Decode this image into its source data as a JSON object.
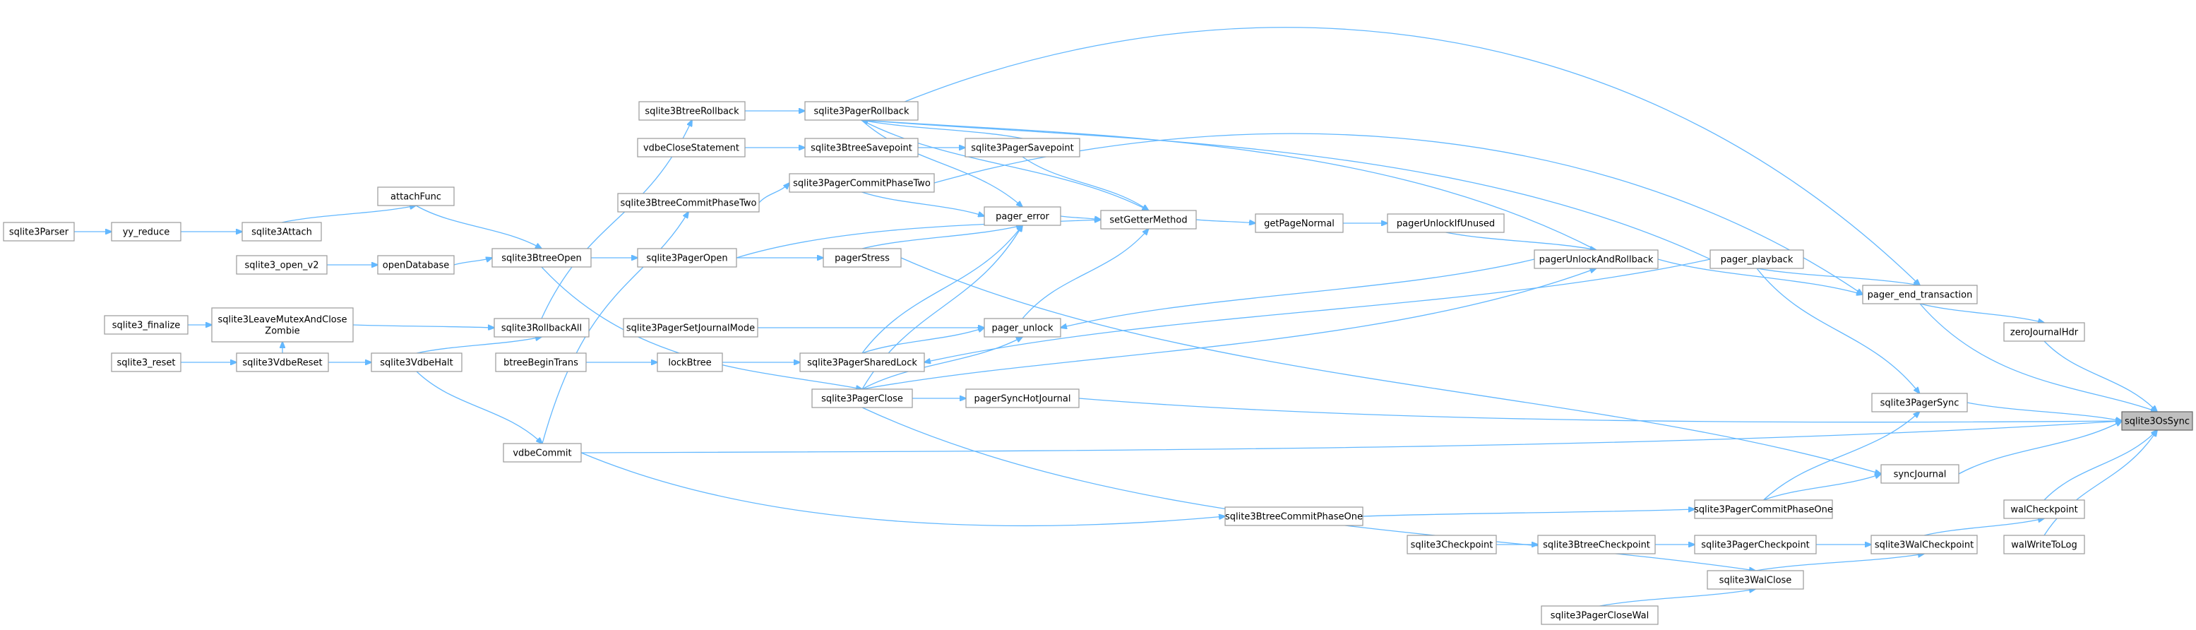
{
  "graph": {
    "focus": "sqlite3OsSync",
    "edge_color": "#63b8ff",
    "node_border_color": "#9a9a9a",
    "focus_fill_color": "#bfbfbf",
    "nodes": [
      {
        "id": "sqlite3OsSync",
        "label": "sqlite3OsSync"
      },
      {
        "id": "pager_end_transaction",
        "label": "pager_end_transaction"
      },
      {
        "id": "zeroJournalHdr",
        "label": "zeroJournalHdr"
      },
      {
        "id": "sqlite3PagerSync",
        "label": "sqlite3PagerSync"
      },
      {
        "id": "syncJournal",
        "label": "syncJournal"
      },
      {
        "id": "walCheckpoint",
        "label": "walCheckpoint"
      },
      {
        "id": "walWriteToLog",
        "label": "walWriteToLog"
      },
      {
        "id": "pagerSyncHotJournal",
        "label": "pagerSyncHotJournal"
      },
      {
        "id": "vdbeCommit",
        "label": "vdbeCommit"
      },
      {
        "id": "pagerUnlockAndRollback",
        "label": "pagerUnlockAndRollback"
      },
      {
        "id": "pager_playback",
        "label": "pager_playback"
      },
      {
        "id": "pagerUnlockIfUnused",
        "label": "pagerUnlockIfUnused"
      },
      {
        "id": "getPageNormal",
        "label": "getPageNormal"
      },
      {
        "id": "setGetterMethod",
        "label": "setGetterMethod"
      },
      {
        "id": "pager_error",
        "label": "pager_error"
      },
      {
        "id": "pager_unlock",
        "label": "pager_unlock"
      },
      {
        "id": "sqlite3PagerRollback",
        "label": "sqlite3PagerRollback"
      },
      {
        "id": "sqlite3PagerSavepoint",
        "label": "sqlite3PagerSavepoint"
      },
      {
        "id": "sqlite3PagerCommitPhaseTwo",
        "label": "sqlite3PagerCommitPhaseTwo"
      },
      {
        "id": "pagerStress",
        "label": "pagerStress"
      },
      {
        "id": "sqlite3PagerOpen",
        "label": "sqlite3PagerOpen"
      },
      {
        "id": "sqlite3PagerSharedLock",
        "label": "sqlite3PagerSharedLock"
      },
      {
        "id": "sqlite3PagerClose",
        "label": "sqlite3PagerClose"
      },
      {
        "id": "sqlite3BtreeRollback",
        "label": "sqlite3BtreeRollback"
      },
      {
        "id": "vdbeCloseStatement",
        "label": "vdbeCloseStatement"
      },
      {
        "id": "sqlite3BtreeSavepoint",
        "label": "sqlite3BtreeSavepoint"
      },
      {
        "id": "sqlite3BtreeCommitPhaseTwo",
        "label": "sqlite3BtreeCommitPhaseTwo"
      },
      {
        "id": "sqlite3PagerSetJournalMode",
        "label": "sqlite3PagerSetJournalMode"
      },
      {
        "id": "lockBtree",
        "label": "lockBtree"
      },
      {
        "id": "sqlite3BtreeOpen",
        "label": "sqlite3BtreeOpen"
      },
      {
        "id": "sqlite3RollbackAll",
        "label": "sqlite3RollbackAll"
      },
      {
        "id": "sqlite3VdbeHalt",
        "label": "sqlite3VdbeHalt"
      },
      {
        "id": "btreeBeginTrans",
        "label": "btreeBeginTrans"
      },
      {
        "id": "attachFunc",
        "label": "attachFunc"
      },
      {
        "id": "openDatabase",
        "label": "openDatabase"
      },
      {
        "id": "sqlite3Attach",
        "label": "sqlite3Attach"
      },
      {
        "id": "yy_reduce",
        "label": "yy_reduce"
      },
      {
        "id": "sqlite3Parser",
        "label": "sqlite3Parser"
      },
      {
        "id": "sqlite3_open_v2",
        "label": "sqlite3_open_v2"
      },
      {
        "id": "sqlite3LeaveMutexAndCloseZombie",
        "label": [
          "sqlite3LeaveMutexAndClose",
          "Zombie"
        ]
      },
      {
        "id": "sqlite3_finalize",
        "label": "sqlite3_finalize"
      },
      {
        "id": "sqlite3VdbeReset",
        "label": "sqlite3VdbeReset"
      },
      {
        "id": "sqlite3_reset",
        "label": "sqlite3_reset"
      },
      {
        "id": "sqlite3BtreeCommitPhaseOne",
        "label": "sqlite3BtreeCommitPhaseOne"
      },
      {
        "id": "sqlite3PagerCommitPhaseOne",
        "label": "sqlite3PagerCommitPhaseOne"
      },
      {
        "id": "sqlite3WalCheckpoint",
        "label": "sqlite3WalCheckpoint"
      },
      {
        "id": "sqlite3PagerCheckpoint",
        "label": "sqlite3PagerCheckpoint"
      },
      {
        "id": "sqlite3BtreeCheckpoint",
        "label": "sqlite3BtreeCheckpoint"
      },
      {
        "id": "sqlite3Checkpoint",
        "label": "sqlite3Checkpoint"
      },
      {
        "id": "sqlite3WalClose",
        "label": "sqlite3WalClose"
      },
      {
        "id": "sqlite3PagerCloseWal",
        "label": "sqlite3PagerCloseWal"
      }
    ],
    "edges": [
      {
        "from": "pager_end_transaction",
        "to": "sqlite3OsSync"
      },
      {
        "from": "zeroJournalHdr",
        "to": "sqlite3OsSync"
      },
      {
        "from": "sqlite3PagerSync",
        "to": "sqlite3OsSync"
      },
      {
        "from": "syncJournal",
        "to": "sqlite3OsSync"
      },
      {
        "from": "walCheckpoint",
        "to": "sqlite3OsSync"
      },
      {
        "from": "walWriteToLog",
        "to": "sqlite3OsSync"
      },
      {
        "from": "pagerSyncHotJournal",
        "to": "sqlite3OsSync"
      },
      {
        "from": "vdbeCommit",
        "to": "sqlite3OsSync"
      },
      {
        "from": "pagerUnlockAndRollback",
        "to": "pager_end_transaction"
      },
      {
        "from": "pager_playback",
        "to": "pager_end_transaction"
      },
      {
        "from": "sqlite3PagerRollback",
        "to": "pager_end_transaction"
      },
      {
        "from": "sqlite3PagerCommitPhaseTwo",
        "to": "pager_end_transaction"
      },
      {
        "from": "pager_end_transaction",
        "to": "zeroJournalHdr"
      },
      {
        "from": "pager_playback",
        "to": "sqlite3PagerSync"
      },
      {
        "from": "sqlite3PagerCommitPhaseOne",
        "to": "sqlite3PagerSync"
      },
      {
        "from": "sqlite3PagerCommitPhaseOne",
        "to": "syncJournal"
      },
      {
        "from": "pagerStress",
        "to": "syncJournal"
      },
      {
        "from": "sqlite3WalCheckpoint",
        "to": "walCheckpoint"
      },
      {
        "from": "pagerUnlockIfUnused",
        "to": "pagerUnlockAndRollback"
      },
      {
        "from": "sqlite3PagerClose",
        "to": "pagerUnlockAndRollback"
      },
      {
        "from": "pagerUnlockAndRollback",
        "to": "pager_unlock"
      },
      {
        "from": "pagerUnlockAndRollback",
        "to": "sqlite3PagerRollback"
      },
      {
        "from": "pager_playback",
        "to": "sqlite3PagerSharedLock"
      },
      {
        "from": "pager_playback",
        "to": "sqlite3PagerRollback"
      },
      {
        "from": "getPageNormal",
        "to": "pagerUnlockIfUnused"
      },
      {
        "from": "setGetterMethod",
        "to": "getPageNormal"
      },
      {
        "from": "pager_error",
        "to": "setGetterMethod"
      },
      {
        "from": "pager_unlock",
        "to": "setGetterMethod"
      },
      {
        "from": "sqlite3PagerRollback",
        "to": "setGetterMethod"
      },
      {
        "from": "sqlite3PagerSavepoint",
        "to": "setGetterMethod"
      },
      {
        "from": "sqlite3PagerOpen",
        "to": "setGetterMethod"
      },
      {
        "from": "sqlite3PagerCommitPhaseTwo",
        "to": "pager_error"
      },
      {
        "from": "sqlite3PagerRollback",
        "to": "pager_error"
      },
      {
        "from": "pagerStress",
        "to": "pager_error"
      },
      {
        "from": "sqlite3PagerSharedLock",
        "to": "pager_error"
      },
      {
        "from": "sqlite3PagerClose",
        "to": "pager_error"
      },
      {
        "from": "sqlite3PagerSetJournalMode",
        "to": "pager_unlock"
      },
      {
        "from": "sqlite3PagerSharedLock",
        "to": "pager_unlock"
      },
      {
        "from": "sqlite3PagerClose",
        "to": "pager_unlock"
      },
      {
        "from": "sqlite3BtreeRollback",
        "to": "sqlite3PagerRollback"
      },
      {
        "from": "sqlite3PagerSavepoint",
        "to": "sqlite3PagerRollback"
      },
      {
        "from": "sqlite3BtreeSavepoint",
        "to": "sqlite3PagerSavepoint"
      },
      {
        "from": "vdbeCloseStatement",
        "to": "sqlite3BtreeSavepoint"
      },
      {
        "from": "sqlite3BtreeCommitPhaseTwo",
        "to": "sqlite3PagerCommitPhaseTwo"
      },
      {
        "from": "sqlite3PagerOpen",
        "to": "pagerStress"
      },
      {
        "from": "sqlite3BtreeOpen",
        "to": "sqlite3PagerOpen"
      },
      {
        "from": "lockBtree",
        "to": "sqlite3PagerSharedLock"
      },
      {
        "from": "btreeBeginTrans",
        "to": "lockBtree"
      },
      {
        "from": "sqlite3BtreeOpen",
        "to": "sqlite3PagerClose"
      },
      {
        "from": "sqlite3PagerClose",
        "to": "pagerSyncHotJournal"
      },
      {
        "from": "sqlite3RollbackAll",
        "to": "sqlite3BtreeRollback"
      },
      {
        "from": "vdbeCommit",
        "to": "sqlite3BtreeCommitPhaseTwo"
      },
      {
        "from": "attachFunc",
        "to": "sqlite3BtreeOpen"
      },
      {
        "from": "openDatabase",
        "to": "sqlite3BtreeOpen"
      },
      {
        "from": "sqlite3Attach",
        "to": "attachFunc"
      },
      {
        "from": "yy_reduce",
        "to": "sqlite3Attach"
      },
      {
        "from": "sqlite3Parser",
        "to": "yy_reduce"
      },
      {
        "from": "sqlite3_open_v2",
        "to": "openDatabase"
      },
      {
        "from": "sqlite3LeaveMutexAndCloseZombie",
        "to": "sqlite3RollbackAll"
      },
      {
        "from": "sqlite3VdbeHalt",
        "to": "sqlite3RollbackAll"
      },
      {
        "from": "sqlite3_finalize",
        "to": "sqlite3LeaveMutexAndCloseZombie"
      },
      {
        "from": "sqlite3VdbeReset",
        "to": "sqlite3LeaveMutexAndCloseZombie"
      },
      {
        "from": "sqlite3VdbeReset",
        "to": "sqlite3VdbeHalt"
      },
      {
        "from": "sqlite3_reset",
        "to": "sqlite3VdbeReset"
      },
      {
        "from": "sqlite3VdbeHalt",
        "to": "vdbeCommit"
      },
      {
        "from": "vdbeCommit",
        "to": "sqlite3BtreeCommitPhaseOne"
      },
      {
        "from": "sqlite3BtreeCommitPhaseOne",
        "to": "sqlite3PagerCommitPhaseOne"
      },
      {
        "from": "sqlite3PagerCheckpoint",
        "to": "sqlite3WalCheckpoint"
      },
      {
        "from": "sqlite3WalClose",
        "to": "sqlite3WalCheckpoint"
      },
      {
        "from": "sqlite3BtreeCheckpoint",
        "to": "sqlite3PagerCheckpoint"
      },
      {
        "from": "sqlite3Checkpoint",
        "to": "sqlite3BtreeCheckpoint"
      },
      {
        "from": "sqlite3PagerClose",
        "to": "sqlite3WalClose"
      },
      {
        "from": "sqlite3PagerCloseWal",
        "to": "sqlite3WalClose"
      }
    ]
  }
}
